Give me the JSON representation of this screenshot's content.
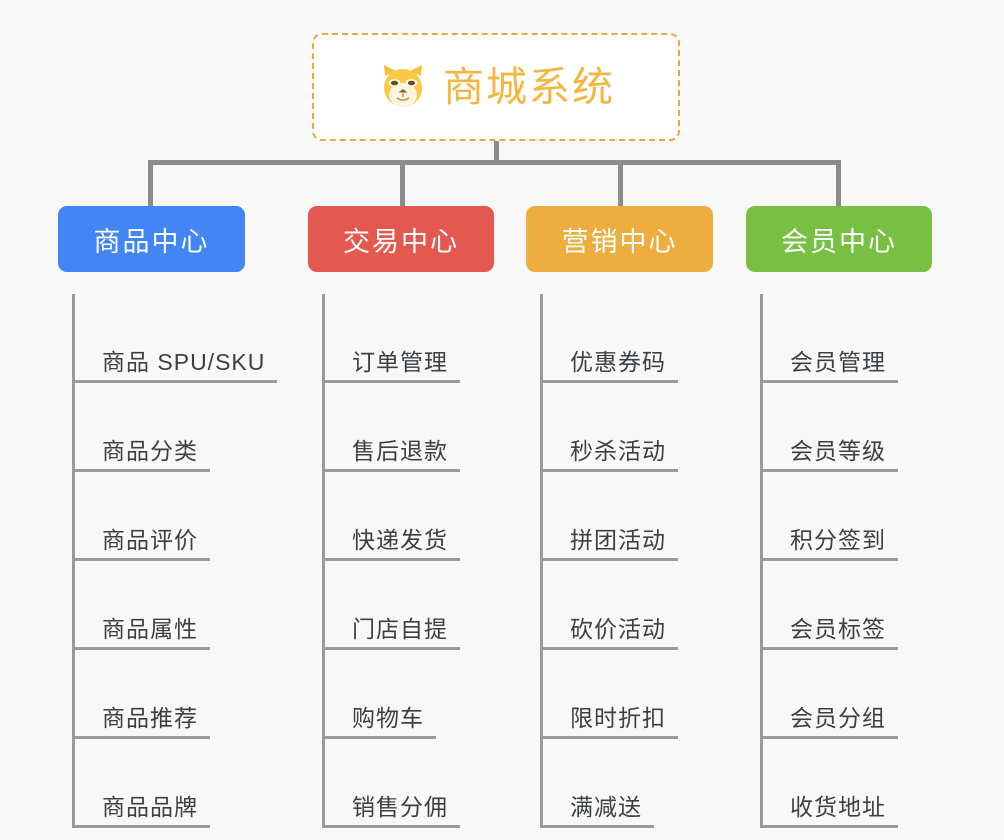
{
  "background_color": "#f8f8f8",
  "root": {
    "title": "商城系统",
    "icon": "shiba-dog-icon",
    "border_color": "#e8a93c",
    "text_color": "#f3b73f",
    "style": "dashed"
  },
  "connector_color": "#8c8c8c",
  "leaf_rule_color": "#9a9a9a",
  "leaf_text_color": "#3c4043",
  "columns": [
    {
      "title": "商品中心",
      "color": "#4285f4",
      "items": [
        "商品 SPU/SKU",
        "商品分类",
        "商品评价",
        "商品属性",
        "商品推荐",
        "商品品牌"
      ]
    },
    {
      "title": "交易中心",
      "color": "#e4594f",
      "items": [
        "订单管理",
        "售后退款",
        "快递发货",
        "门店自提",
        "购物车",
        "销售分佣"
      ]
    },
    {
      "title": "营销中心",
      "color": "#edad3f",
      "items": [
        "优惠券码",
        "秒杀活动",
        "拼团活动",
        "砍价活动",
        "限时折扣",
        "满减送"
      ]
    },
    {
      "title": "会员中心",
      "color": "#78c043",
      "items": [
        "会员管理",
        "会员等级",
        "积分签到",
        "会员标签",
        "会员分组",
        "收货地址"
      ]
    }
  ]
}
